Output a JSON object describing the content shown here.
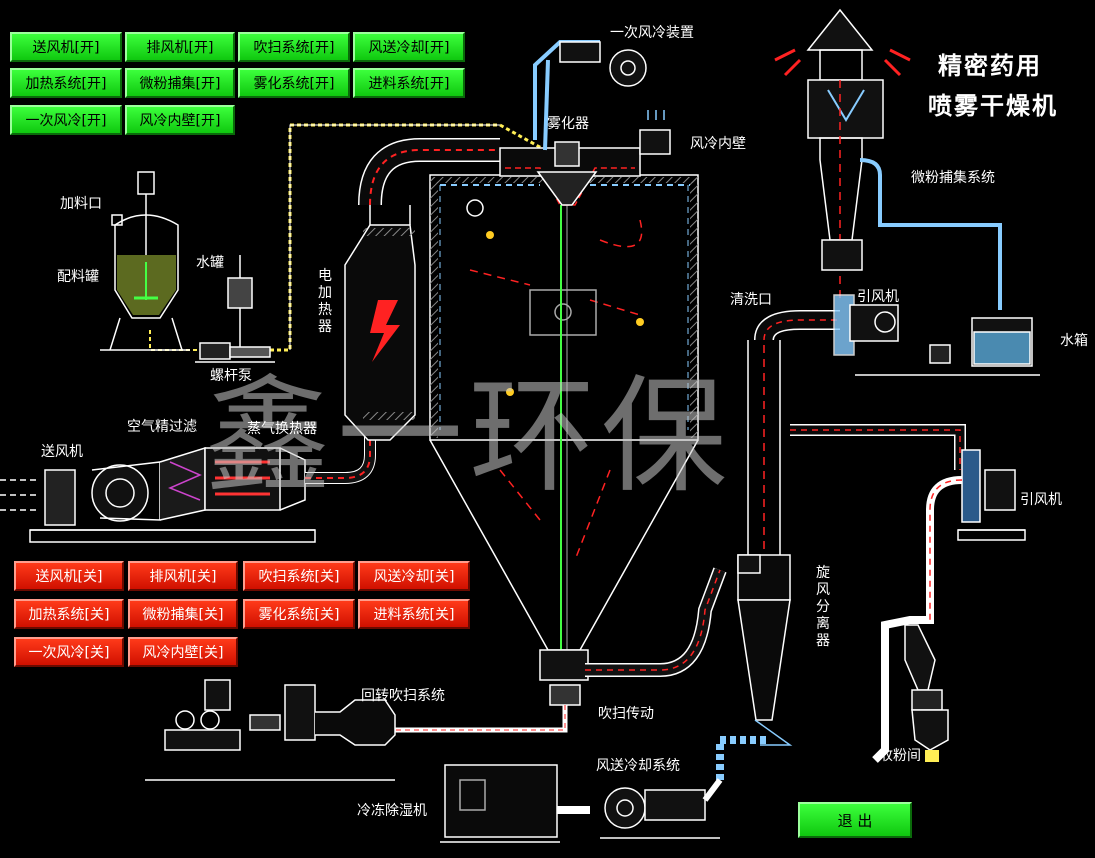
{
  "title": {
    "line1": "精密药用",
    "line2": "喷雾干燥机"
  },
  "watermark": "鑫一环保",
  "buttons_on": [
    {
      "label": "送风机[开]"
    },
    {
      "label": "排风机[开]"
    },
    {
      "label": "吹扫系统[开]"
    },
    {
      "label": "风送冷却[开]"
    },
    {
      "label": "加热系统[开]"
    },
    {
      "label": "微粉捕集[开]"
    },
    {
      "label": "雾化系统[开]"
    },
    {
      "label": "进料系统[开]"
    },
    {
      "label": "一次风冷[开]"
    },
    {
      "label": "风冷内壁[开]"
    }
  ],
  "buttons_off": [
    {
      "label": "送风机[关]"
    },
    {
      "label": "排风机[关]"
    },
    {
      "label": "吹扫系统[关]"
    },
    {
      "label": "风送冷却[关]"
    },
    {
      "label": "加热系统[关]"
    },
    {
      "label": "微粉捕集[关]"
    },
    {
      "label": "雾化系统[关]"
    },
    {
      "label": "进料系统[关]"
    },
    {
      "label": "一次风冷[关]"
    },
    {
      "label": "风冷内壁[关]"
    }
  ],
  "labels": {
    "primary_cooling": "一次风冷装置",
    "atomizer": "雾化器",
    "wall_cooling": "风冷内壁",
    "fine_powder": "微粉捕集系统",
    "feed_port": "加料口",
    "mix_tank": "配料罐",
    "water_tank": "水罐",
    "screw_pump": "螺杆泵",
    "electric_heater": "电加热器",
    "wash_port": "清洗口",
    "induced_fan_top": "引风机",
    "water_box": "水箱",
    "air_filter": "空气精过滤",
    "steam_exchanger": "蒸气换热器",
    "blower": "送风机",
    "cyclone": "旋风分离器",
    "induced_fan_right": "引风机",
    "rotary_purge": "回转吹扫系统",
    "purge_drive": "吹扫传动",
    "pneumatic_cooling": "风送冷却系统",
    "dehumidifier": "冷冻除湿机",
    "collector": "收粉间"
  },
  "exit_label": "退 出",
  "colors": {
    "on_button": "#22e622",
    "off_button": "#ee2200",
    "background": "#000000",
    "hot_air": "#ff2222",
    "cool_air": "#88ccff",
    "feed_line": "#ffee55",
    "spray_line": "#44ff44"
  }
}
